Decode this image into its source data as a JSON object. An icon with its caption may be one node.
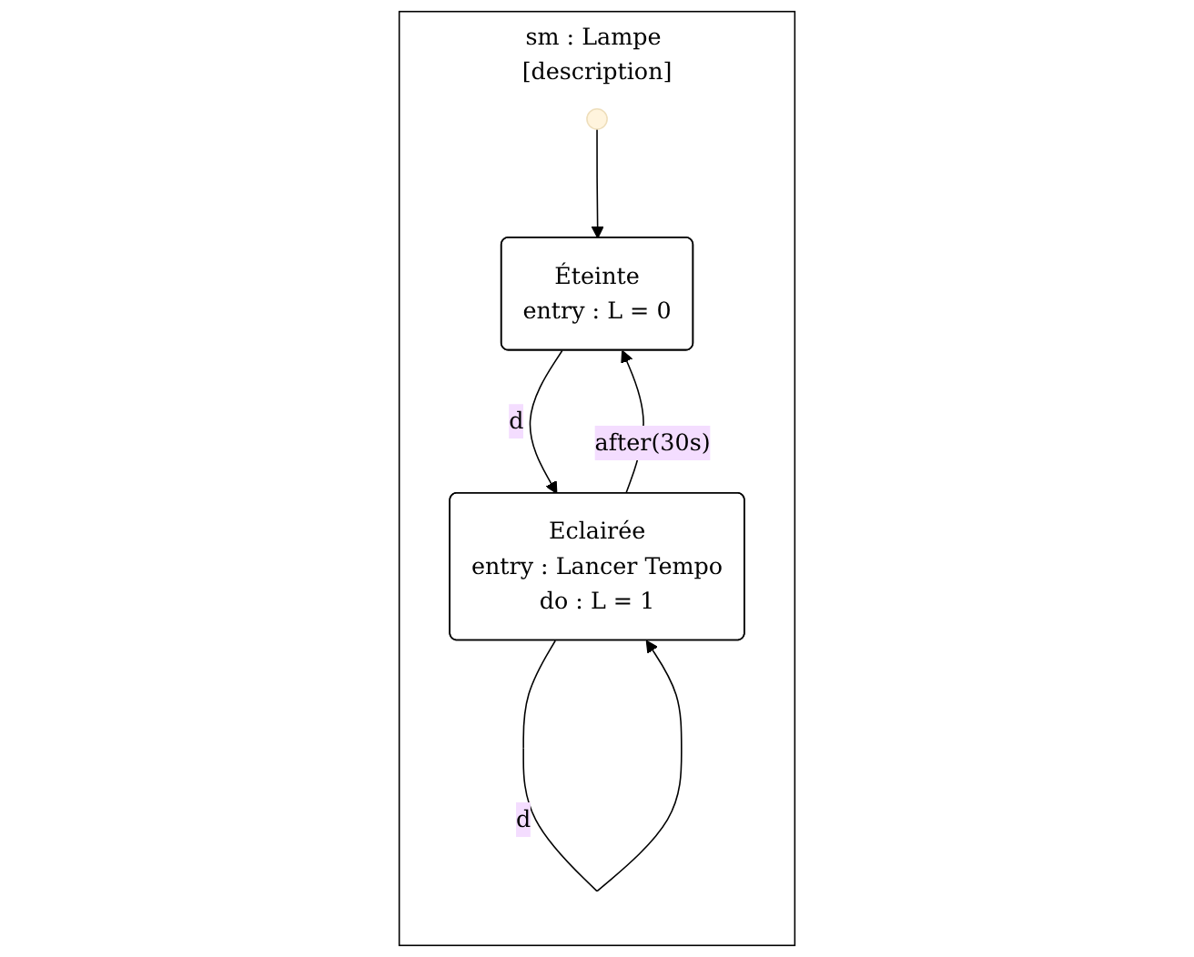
{
  "diagram": {
    "nodes": [
      {
        "text": [
          "sm : Lampe [description]"
        ]
      },
      {
        "text": [],
        "shape": "circle",
        "in": 0
      },
      {
        "text": [
          "Éteinte",
          "entry : L = 0"
        ],
        "in": 0
      },
      {
        "text": [
          "Eclairée",
          "entry : Lancer Tempo",
          "do : L = 1"
        ],
        "in": 0
      }
    ],
    "edges": [
      {
        "from": 1,
        "to": 2,
        "arrow": "to"
      },
      {
        "from": 2,
        "to": 3,
        "label": "d",
        "arrow": "to"
      },
      {
        "from": 3,
        "to": 2,
        "label": "after(30s)",
        "arrow": "to"
      },
      {
        "from": 3,
        "to": 3,
        "label": "d",
        "arrow": "to"
      }
    ]
  }
}
